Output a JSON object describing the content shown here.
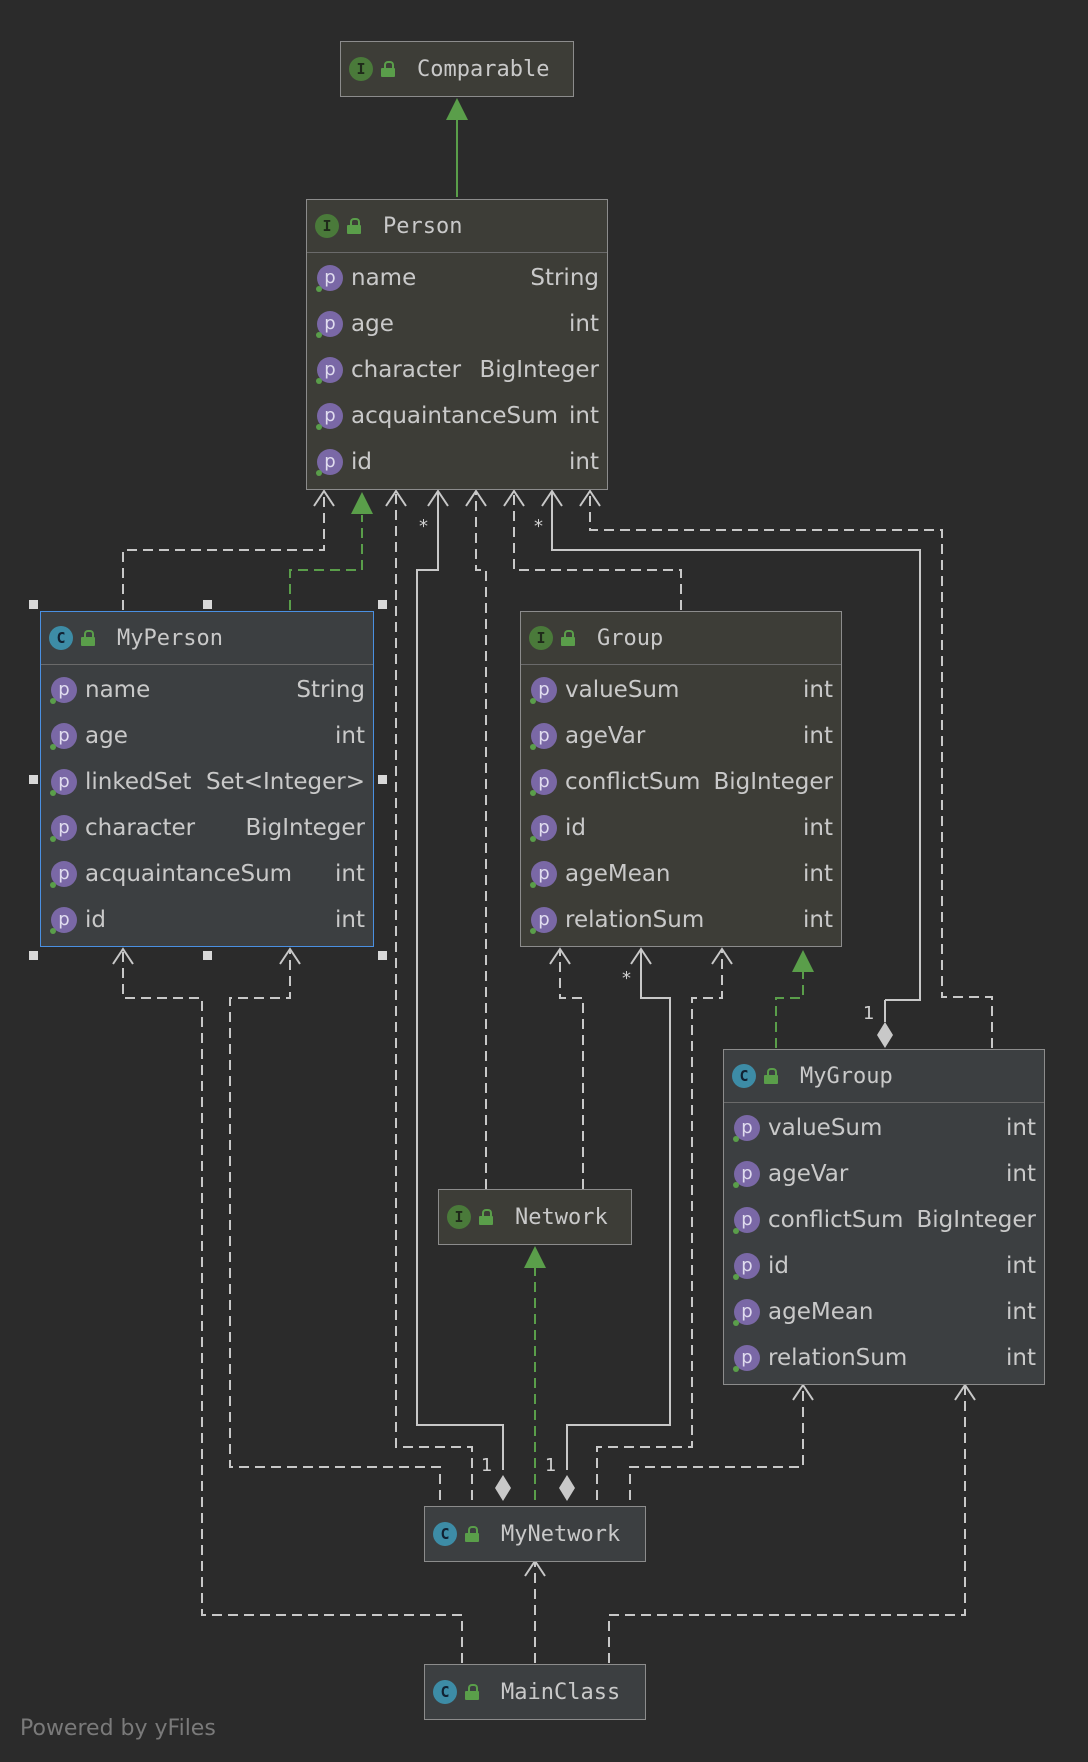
{
  "nodes": {
    "comparable": {
      "kind": "I",
      "title": "Comparable",
      "fields": []
    },
    "person": {
      "kind": "I",
      "title": "Person",
      "fields": [
        {
          "name": "name",
          "type": "String"
        },
        {
          "name": "age",
          "type": "int"
        },
        {
          "name": "character",
          "type": "BigInteger"
        },
        {
          "name": "acquaintanceSum",
          "type": "int"
        },
        {
          "name": "id",
          "type": "int"
        }
      ]
    },
    "myperson": {
      "kind": "C",
      "title": "MyPerson",
      "fields": [
        {
          "name": "name",
          "type": "String"
        },
        {
          "name": "age",
          "type": "int"
        },
        {
          "name": "linkedSet",
          "type": "Set<Integer>"
        },
        {
          "name": "character",
          "type": "BigInteger"
        },
        {
          "name": "acquaintanceSum",
          "type": "int"
        },
        {
          "name": "id",
          "type": "int"
        }
      ]
    },
    "group": {
      "kind": "I",
      "title": "Group",
      "fields": [
        {
          "name": "valueSum",
          "type": "int"
        },
        {
          "name": "ageVar",
          "type": "int"
        },
        {
          "name": "conflictSum",
          "type": "BigInteger"
        },
        {
          "name": "id",
          "type": "int"
        },
        {
          "name": "ageMean",
          "type": "int"
        },
        {
          "name": "relationSum",
          "type": "int"
        }
      ]
    },
    "mygroup": {
      "kind": "C",
      "title": "MyGroup",
      "fields": [
        {
          "name": "valueSum",
          "type": "int"
        },
        {
          "name": "ageVar",
          "type": "int"
        },
        {
          "name": "conflictSum",
          "type": "BigInteger"
        },
        {
          "name": "id",
          "type": "int"
        },
        {
          "name": "ageMean",
          "type": "int"
        },
        {
          "name": "relationSum",
          "type": "int"
        }
      ]
    },
    "network": {
      "kind": "I",
      "title": "Network",
      "fields": []
    },
    "mynetwork": {
      "kind": "C",
      "title": "MyNetwork",
      "fields": []
    },
    "mainclass": {
      "kind": "C",
      "title": "MainClass",
      "fields": []
    }
  },
  "multiplicities": {
    "person_star_1": "*",
    "person_star_2": "*",
    "group_star": "*",
    "mygroup_one": "1",
    "mynetwork_one_1": "1",
    "mynetwork_one_2": "1"
  },
  "footer": "Powered by yFiles",
  "colors": {
    "background": "#2b2b2b",
    "edge": "#c8c8c8",
    "inheritance": "#5a9e4a",
    "selection": "#4a90e2"
  }
}
